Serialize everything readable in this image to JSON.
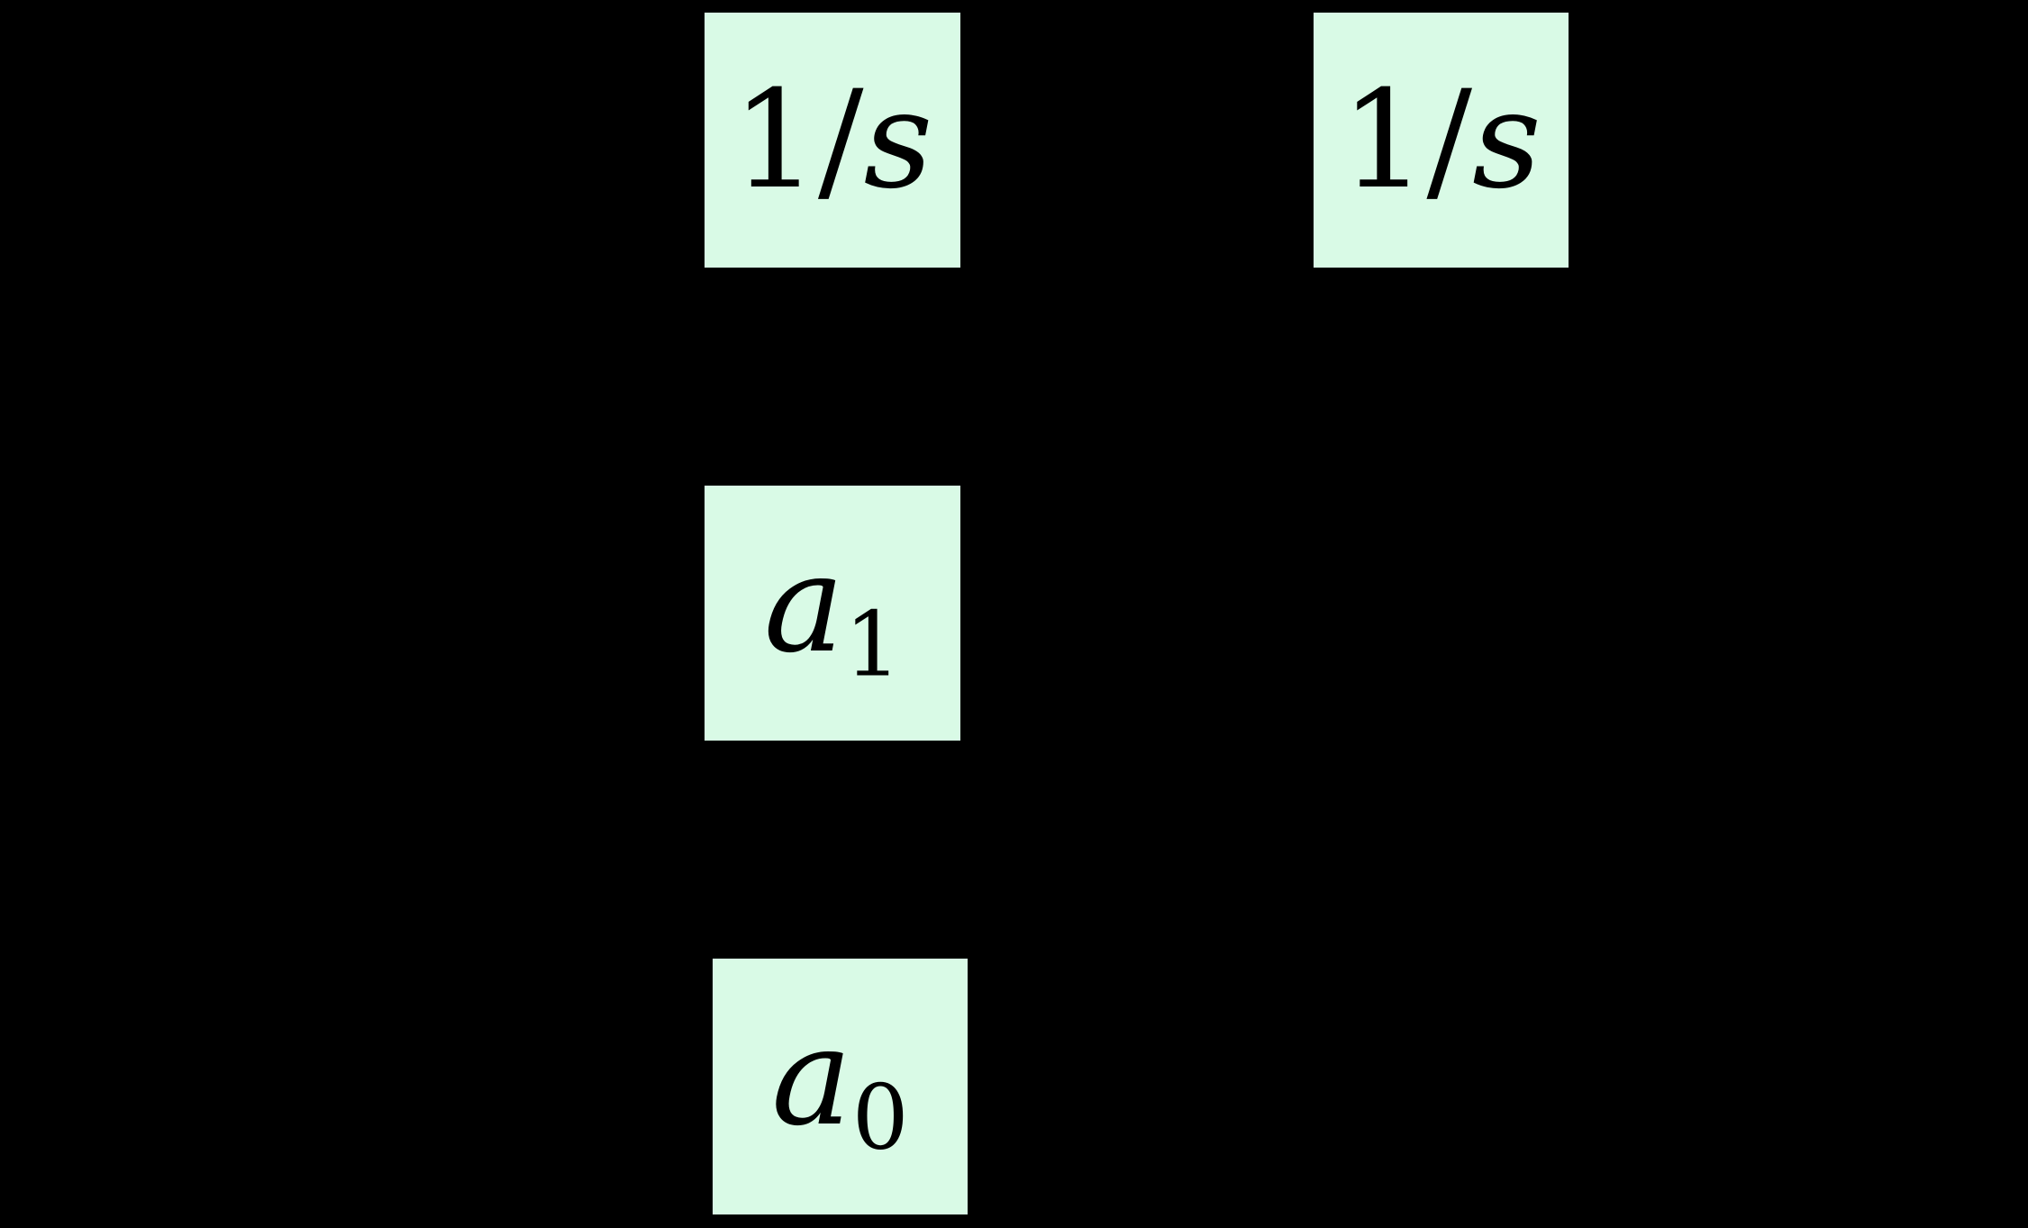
{
  "colors": {
    "background": "#000000",
    "block_fill": "#d9fae6",
    "text": "#000000"
  },
  "diagram": {
    "type": "block-diagram",
    "blocks": {
      "integrator1": {
        "numerator": "1",
        "slash": "/",
        "variable": "s"
      },
      "integrator2": {
        "numerator": "1",
        "slash": "/",
        "variable": "s"
      },
      "gain_a1": {
        "base": "a",
        "subscript": "1"
      },
      "gain_a0": {
        "base": "a",
        "subscript": "0"
      }
    }
  }
}
